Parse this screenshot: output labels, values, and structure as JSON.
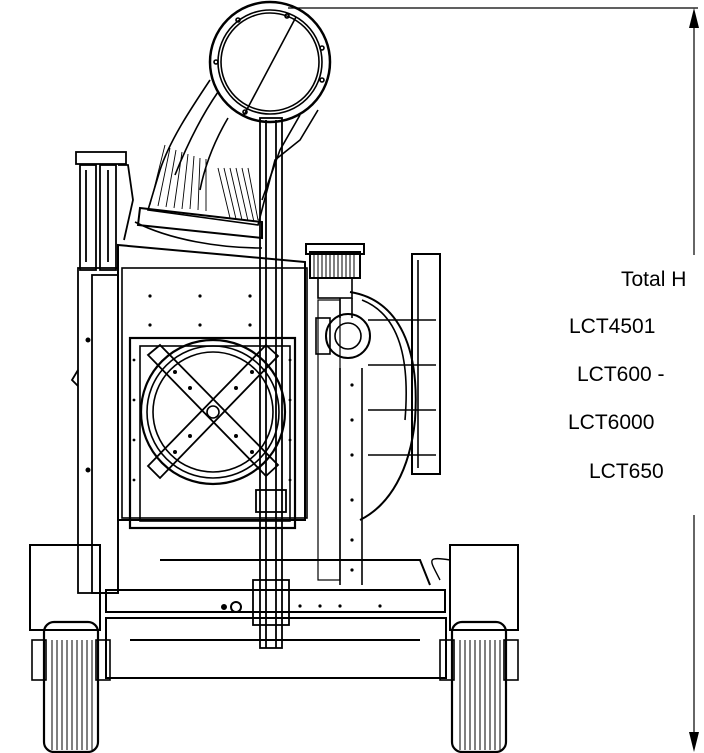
{
  "dimension": {
    "labels": [
      "Total H",
      "LCT4501",
      "LCT600 -",
      "LCT6000",
      "LCT650"
    ]
  },
  "colors": {
    "line": "#000000",
    "background": "#ffffff"
  }
}
